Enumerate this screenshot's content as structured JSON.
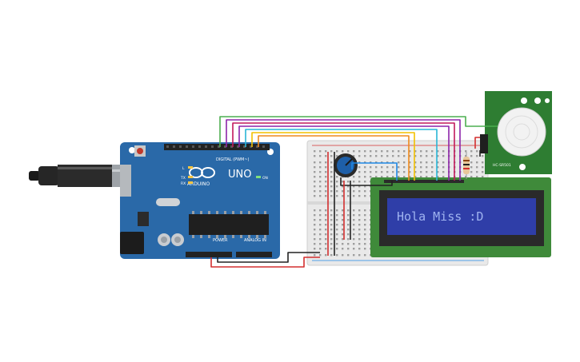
{
  "arduino": {
    "brand": "ARDUINO",
    "model": "UNO",
    "digital_header": "DIGITAL (PWM~)",
    "power_header": "POWER",
    "analog_header": "ANALOG IN",
    "led_l": "L",
    "led_tx": "TX",
    "led_rx": "RX",
    "on_label": "ON"
  },
  "lcd": {
    "text": "Hola Miss :D"
  },
  "pir": {
    "label": "HC-SR501"
  },
  "colors": {
    "board": "#2a69a8",
    "lcd_pcb": "#3f8a3a",
    "lcd_screen": "#2f3ea8",
    "lcd_text": "#9fb3f0",
    "pir_pcb": "#2e7d32",
    "wire_red": "#d32f2f",
    "wire_black": "#222222",
    "wire_green": "#4caf50",
    "wire_purple": "#8e24aa",
    "wire_magenta": "#c2185b",
    "wire_yellow": "#f2c100",
    "wire_cyan": "#29b6d6",
    "wire_blue": "#1e88e5",
    "wire_orange": "#ef8a1d"
  }
}
